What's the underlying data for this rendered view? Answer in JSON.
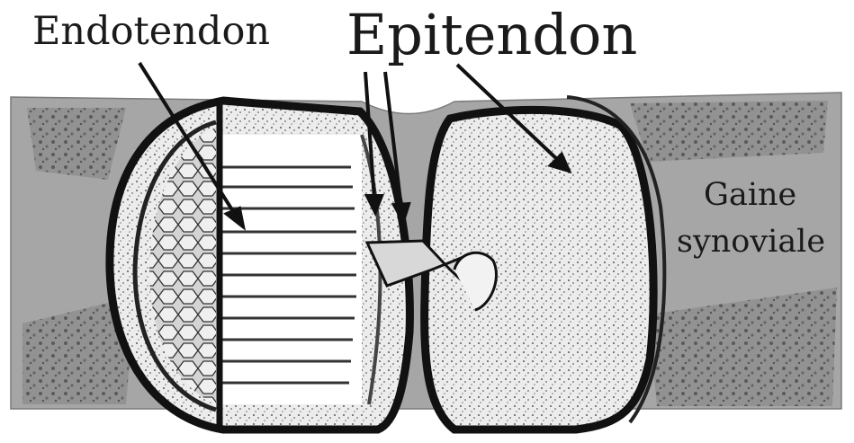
{
  "labels": {
    "endotendon": "Endotendon",
    "epitendon": "Epitendon",
    "gaine_line1": "Gaine",
    "gaine_line2": "synoviale"
  },
  "colors": {
    "sheath_gray": "#a6a6a6",
    "sheath_dark": "#6e6e6e",
    "tendon_fill": "#e8e8e8",
    "outline": "#111111",
    "background": "#ffffff"
  }
}
